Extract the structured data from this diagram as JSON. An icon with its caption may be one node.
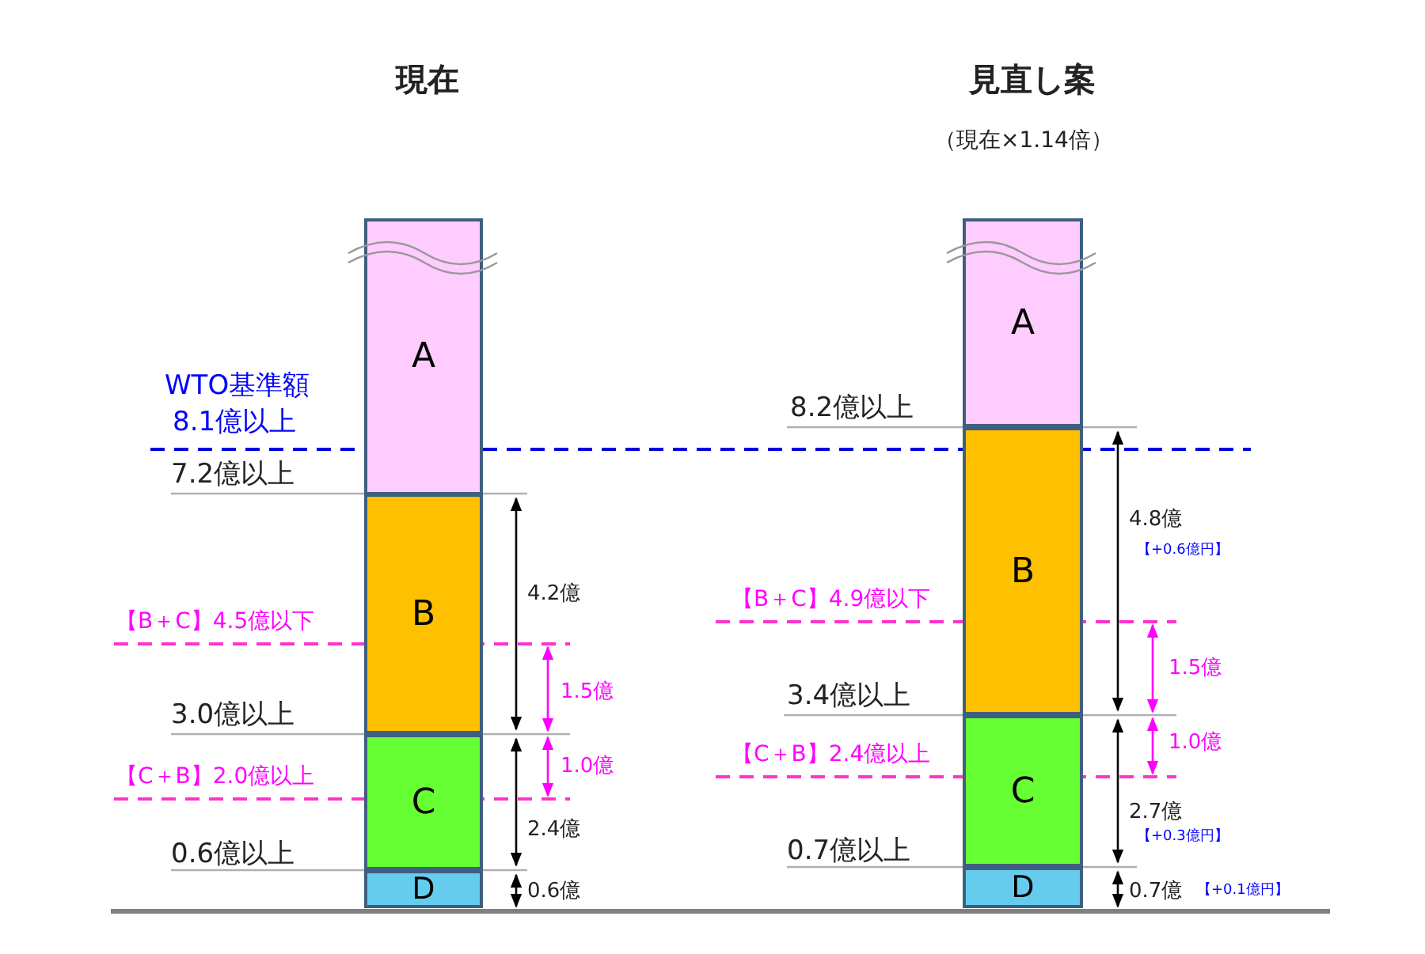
{
  "diagram": {
    "nodes": [
      {
        "text": [
          "A"
        ]
      },
      {
        "text": [
          "B"
        ]
      },
      {
        "text": [
          "C"
        ]
      },
      {
        "text": [
          "D"
        ]
      },
      {
        "text": [
          "A"
        ]
      },
      {
        "text": [
          "B"
        ]
      },
      {
        "text": [
          "C"
        ]
      },
      {
        "text": [
          "D"
        ]
      }
    ],
    "labels": [
      "現在",
      "見直し案",
      "（現在×1.14倍）",
      "WTO基準額",
      "8.1億以上",
      "7.2億以上",
      "【B＋C】4.5億以下",
      "3.0億以上",
      "【C＋B】2.0億以上",
      "0.6億以上",
      "4.2億",
      "1.5億",
      "1.0億",
      "2.4億",
      "0.6億",
      "8.2億以上",
      "【B＋C】4.9億以下",
      "3.4億以上",
      "【C＋B】2.4億以上",
      "0.7億以上",
      "4.8億",
      "【+0.6億円】",
      "1.5億",
      "1.0億",
      "2.7億",
      "【+0.3億円】",
      "0.7億",
      "【+0.1億円】"
    ]
  }
}
